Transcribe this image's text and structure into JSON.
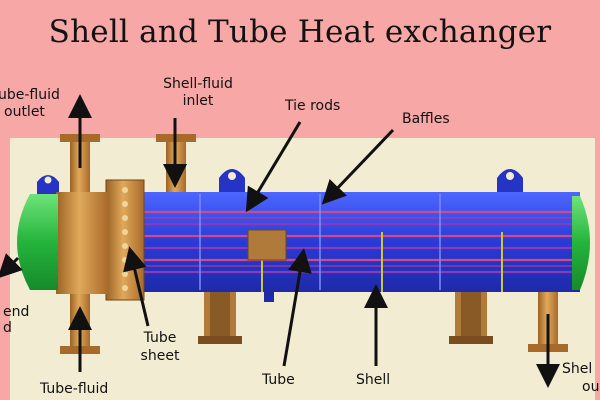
{
  "title": "Shell and Tube Heat exchanger",
  "labels": {
    "tube_fluid_outlet_line1": "ube-fluid",
    "tube_fluid_outlet_line2": "outlet",
    "shell_fluid_inlet_line1": "Shell-fluid",
    "shell_fluid_inlet_line2": "inlet",
    "tie_rods": "Tie rods",
    "baffles": "Baffles",
    "end_line1": "end",
    "end_line2": "d",
    "tube_sheet_line1": "Tube",
    "tube_sheet_line2": "sheet",
    "tube_fluid_inlet": "Tube-fluid",
    "tube": "Tube",
    "shell": "Shell",
    "shell_fluid_outlet_line1": "Shel",
    "shell_fluid_outlet_line2": "ou"
  },
  "colors": {
    "background": "#f7a8a6",
    "panel": "#f2ecd3",
    "shell": "#2f3fd8",
    "tube_lines": "#c04b8a",
    "end_caps": "#27b340",
    "bronze": "#c88a3a"
  }
}
